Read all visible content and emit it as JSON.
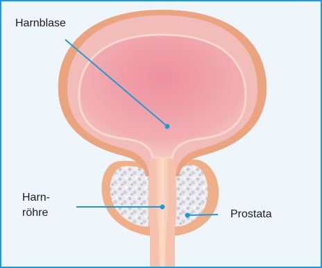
{
  "labels": {
    "bladder": "Harnblase",
    "urethra_line1": "Harn-",
    "urethra_line2": "röhre",
    "prostate": "Prostata"
  },
  "colors": {
    "background": "#eef6fc",
    "frame": "#1a9ad8",
    "leader": "#1a9ad8",
    "outer_wall": "#e9a682",
    "wall": "#f2bfb5",
    "lumen": "#ef9ba8",
    "prostate_tissue": "#e8e4ea"
  }
}
